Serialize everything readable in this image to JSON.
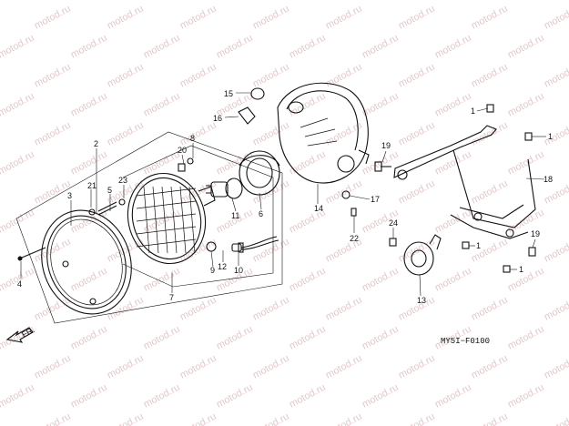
{
  "watermark": "motod.ru",
  "drawing_ref": "MY5I−F0100",
  "direction_label": "FR.",
  "callouts": {
    "c1a": "1",
    "c1b": "1",
    "c1c": "1",
    "c1d": "1",
    "c2": "2",
    "c3": "3",
    "c4": "4",
    "c5": "5",
    "c6": "6",
    "c7": "7",
    "c8": "8",
    "c9": "9",
    "c10": "10",
    "c11": "11",
    "c12": "12",
    "c13": "13",
    "c14": "14",
    "c15": "15",
    "c16": "16",
    "c17": "17",
    "c18": "18",
    "c19a": "19",
    "c19b": "19",
    "c20": "20",
    "c21": "21",
    "c22": "22",
    "c23": "23",
    "c24": "24"
  }
}
